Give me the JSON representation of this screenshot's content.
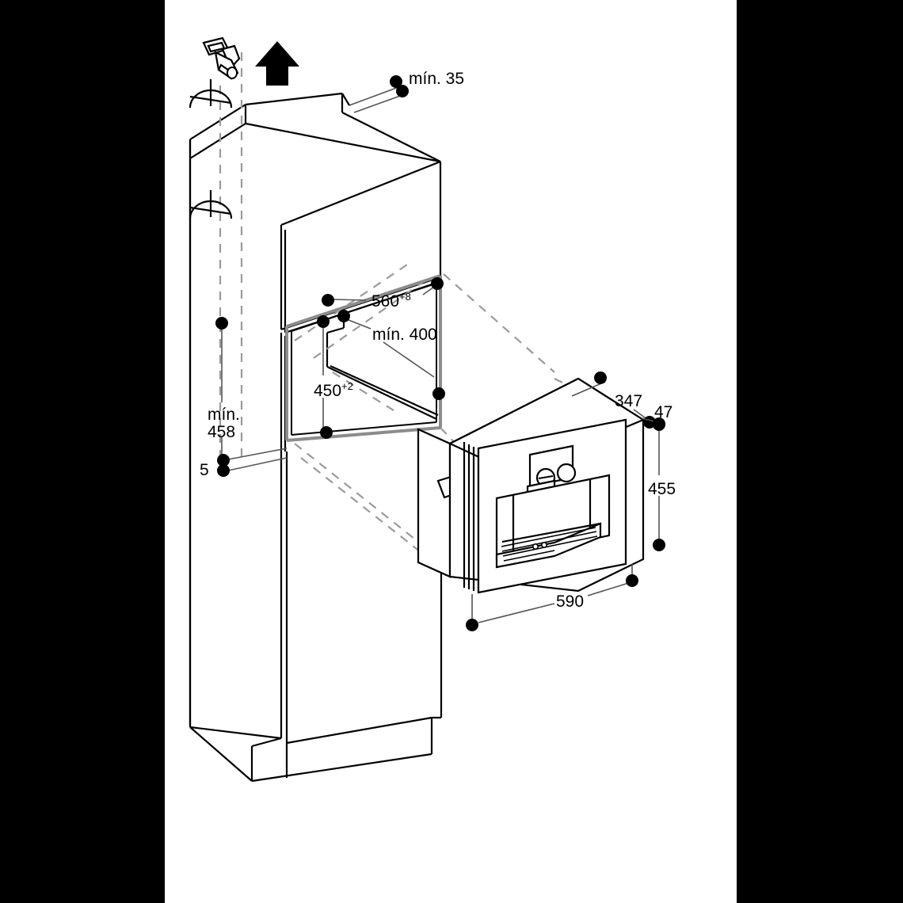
{
  "diagram": {
    "title": "Built-in coffee machine niche installation diagram",
    "type": "technical-installation-drawing",
    "units": "mm",
    "background_color": "#000000",
    "canvas_color": "#ffffff",
    "line_color": "#000000",
    "niche_outline_color": "#8c8c8c",
    "dashed_projection_color": "#9a9a9a"
  },
  "dimensions": {
    "top_rear_gap": {
      "label": "mín. 35",
      "value": 35,
      "prefix": "mín.",
      "name": "minimum-rear-ventilation-gap"
    },
    "niche_width": {
      "label": "560",
      "value": 560,
      "tolerance": "+8",
      "name": "niche-width"
    },
    "niche_depth": {
      "label": "mín. 400",
      "value": 400,
      "prefix": "mín.",
      "name": "minimum-niche-depth"
    },
    "niche_height": {
      "label": "450",
      "value": 450,
      "tolerance": "+2",
      "name": "niche-height"
    },
    "floor_to_niche": {
      "label": "mín.",
      "label_line2": "458",
      "value": 458,
      "prefix": "mín.",
      "name": "minimum-height-below-niche"
    },
    "plinth_offset": {
      "label": "5",
      "value": 5,
      "name": "plinth-offset"
    },
    "appliance_depth": {
      "label": "347",
      "value": 347,
      "name": "appliance-body-depth"
    },
    "appliance_front_overhang": {
      "label": "47",
      "value": 47,
      "name": "appliance-front-panel-overhang"
    },
    "appliance_height": {
      "label": "455",
      "value": 455,
      "name": "appliance-height"
    },
    "appliance_width": {
      "label": "590",
      "value": 590,
      "name": "appliance-width"
    }
  },
  "symbols": {
    "power_plug": {
      "name": "power-plug-icon",
      "description": "electrical plug and socket symbol"
    },
    "up_arrow": {
      "name": "up-arrow-icon",
      "description": "solid black arrow pointing up"
    },
    "break_symbol": {
      "name": "break-line-symbol",
      "description": "drafting break symbol on truncated cabinet edge",
      "count": 2
    }
  },
  "appliance": {
    "name": "built-in-coffee-machine",
    "features": [
      "control-knob-left",
      "control-knob-right",
      "coffee-dispensing-spout",
      "drip-tray-grille",
      "side-handle-recess"
    ]
  },
  "cabinet": {
    "name": "tall-kitchen-cabinet",
    "parts": [
      "upper-cabinet-box",
      "niche-opening",
      "lower-cabinet-body",
      "recessed-plinth"
    ]
  }
}
